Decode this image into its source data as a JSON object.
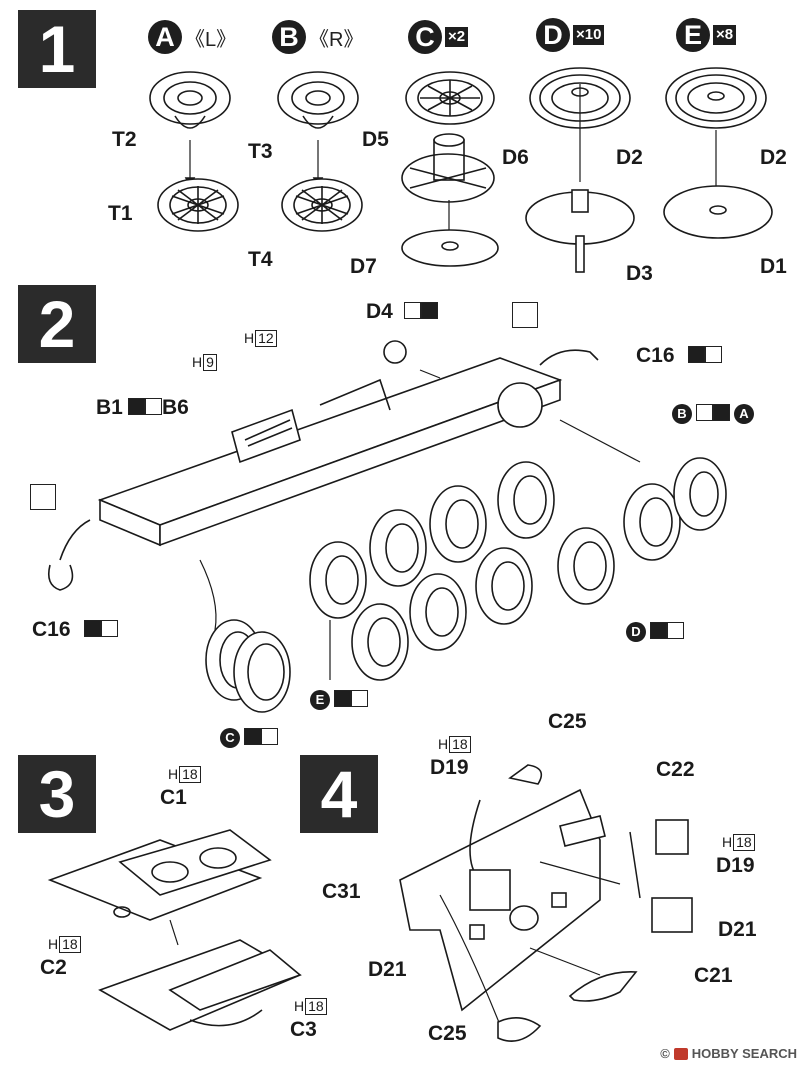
{
  "steps": [
    {
      "number": "1"
    },
    {
      "number": "2"
    },
    {
      "number": "3"
    },
    {
      "number": "4"
    }
  ],
  "step1": {
    "subassemblies": [
      {
        "letter": "A",
        "side": "《L》",
        "multiplier": ""
      },
      {
        "letter": "B",
        "side": "《R》",
        "multiplier": ""
      },
      {
        "letter": "C",
        "side": "",
        "multiplier": "×2"
      },
      {
        "letter": "D",
        "side": "",
        "multiplier": "×10"
      },
      {
        "letter": "E",
        "side": "",
        "multiplier": "×8"
      }
    ],
    "parts": [
      "T2",
      "T1",
      "T3",
      "T4",
      "D5",
      "D6",
      "D7",
      "D2",
      "D3",
      "D2",
      "D1"
    ]
  },
  "step2": {
    "parts": [
      "D4",
      "C16",
      "H",
      "9",
      "H",
      "12",
      "B1",
      "B6",
      "C16"
    ],
    "refs": [
      "B",
      "A",
      "D",
      "E",
      "C"
    ]
  },
  "step3": {
    "parts": [
      "H",
      "18",
      "C1",
      "H",
      "18",
      "C2",
      "H",
      "18",
      "C3"
    ]
  },
  "step4": {
    "parts": [
      "C25",
      "H",
      "18",
      "D19",
      "C22",
      "H",
      "18",
      "D19",
      "C31",
      "D21",
      "D21",
      "C21",
      "C25"
    ]
  },
  "colors": {
    "ink": "#1a1a1a",
    "panel": "#2b2b2b",
    "paper": "#ffffff"
  },
  "icons": [
    "glue-icon",
    "color-chip-icon"
  ],
  "watermark": {
    "text": "HOBBY SEARCH",
    "copyright": "©"
  }
}
